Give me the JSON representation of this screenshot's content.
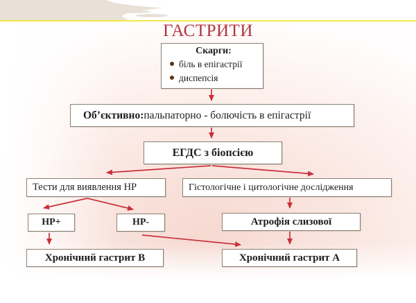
{
  "slide": {
    "title": "ГАСТРИТИ"
  },
  "nodes": {
    "skargi": {
      "title": "Скарги:",
      "items": [
        "біль в епігастрії",
        "диспепсія"
      ]
    },
    "objective": {
      "label_bold": "Об’єктивно:",
      "label_rest": "пальпаторно - болючість в епігастрії"
    },
    "egds": {
      "label": "ЕГДС з біопсією"
    },
    "tests": {
      "label": "Тести для виявлення НР"
    },
    "histology": {
      "label": "Гістологічне і цитологічне дослідження"
    },
    "hp_plus": {
      "label": "НР+"
    },
    "hp_minus": {
      "label": "НР-"
    },
    "atrophy": {
      "label": "Атрофія слизової"
    },
    "gastritis_b": {
      "label": "Хронічний гастрит В"
    },
    "gastritis_a": {
      "label": "Хронічний гастрит А"
    }
  },
  "colors": {
    "title_red": "#b2353f",
    "arrow_red": "#c9303a",
    "box_border": "#8b8173",
    "bullet_brown": "#5a371d",
    "band_beige": "#e9e1d6",
    "divider_yellow": "#f1e743",
    "background_pink": "#f6d9d1"
  }
}
